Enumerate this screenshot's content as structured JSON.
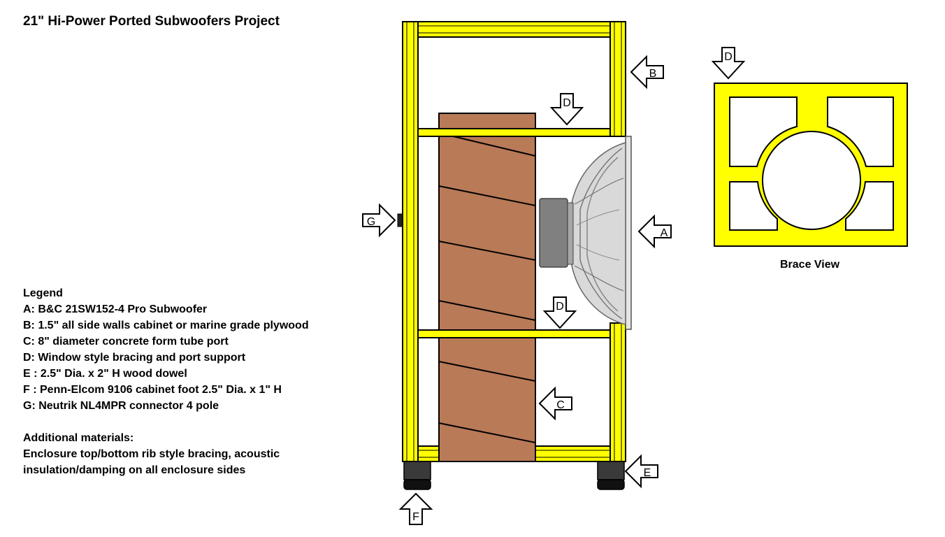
{
  "title": "21\" Hi-Power Ported Subwoofers Project",
  "legend": {
    "heading": "Legend",
    "items": [
      "A: B&C 21SW152-4 Pro Subwoofer",
      "B: 1.5\" all side walls cabinet or marine grade plywood",
      "C: 8\" diameter concrete form tube port",
      "D: Window style bracing and port support",
      "E : 2.5\" Dia. x 2\" H wood dowel",
      "F : Penn-Elcom 9106 cabinet foot 2.5\" Dia. x 1\" H",
      "G: Neutrik NL4MPR connector 4 pole"
    ],
    "additional_heading": "Additional materials:",
    "additional_lines": [
      "Enclosure top/bottom rib style bracing, acoustic",
      "insulation/damping on all enclosure   sides"
    ]
  },
  "brace_caption": "Brace View",
  "callouts": {
    "A": "A",
    "B": "B",
    "C": "C",
    "D": "D",
    "E": "E",
    "F": "F",
    "G": "G"
  },
  "colors": {
    "wood": "#ffff00",
    "port": "#b97a57",
    "outline": "#000000",
    "driver": "#d9d9d9",
    "magnet": "#808080"
  }
}
